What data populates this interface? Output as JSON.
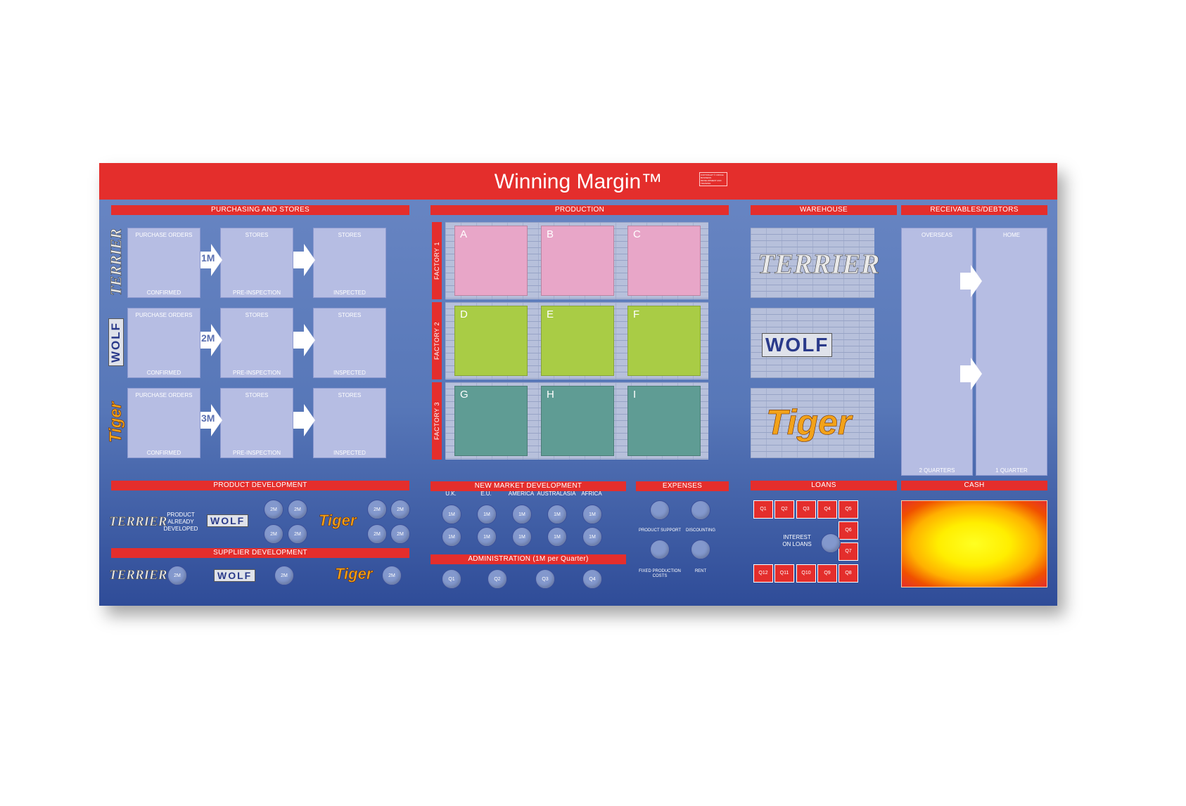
{
  "title": "Winning Margin™",
  "copyright": "COPYRIGHT © CIRCLE BUSINESS DEVELOPMENT AND TRAINING CONSULTANCY 2011",
  "sections": {
    "purchasing": "PURCHASING AND STORES",
    "production": "PRODUCTION",
    "warehouse": "WAREHOUSE",
    "receivables": "RECEIVABLES/DEBTORS",
    "product_dev": "PRODUCT DEVELOPMENT",
    "supplier_dev": "SUPPLIER DEVELOPMENT",
    "new_market": "NEW MARKET DEVELOPMENT",
    "expenses": "EXPENSES",
    "administration": "ADMINISTRATION   (1M per Quarter)",
    "loans": "LOANS",
    "cash": "CASH"
  },
  "brands": [
    "TERRIER",
    "WOLF",
    "Tiger"
  ],
  "purchasing_rows": [
    {
      "arrow": "1M",
      "cards": [
        {
          "top": "PURCHASE ORDERS",
          "bottom": "CONFIRMED"
        },
        {
          "top": "STORES",
          "bottom": "PRE-INSPECTION"
        },
        {
          "top": "STORES",
          "bottom": "INSPECTED"
        }
      ]
    },
    {
      "arrow": "2M",
      "cards": [
        {
          "top": "PURCHASE ORDERS",
          "bottom": "CONFIRMED"
        },
        {
          "top": "STORES",
          "bottom": "PRE-INSPECTION"
        },
        {
          "top": "STORES",
          "bottom": "INSPECTED"
        }
      ]
    },
    {
      "arrow": "3M",
      "cards": [
        {
          "top": "PURCHASE ORDERS",
          "bottom": "CONFIRMED"
        },
        {
          "top": "STORES",
          "bottom": "PRE-INSPECTION"
        },
        {
          "top": "STORES",
          "bottom": "INSPECTED"
        }
      ]
    }
  ],
  "factories": [
    {
      "label": "FACTORY 1",
      "color": "#e8a6c8",
      "tiles": [
        "A",
        "B",
        "C"
      ]
    },
    {
      "label": "FACTORY 2",
      "color": "#a9cc45",
      "tiles": [
        "D",
        "E",
        "F"
      ]
    },
    {
      "label": "FACTORY 3",
      "color": "#5f9c94",
      "tiles": [
        "G",
        "H",
        "I"
      ]
    }
  ],
  "receivables": {
    "overseas": "OVERSEAS",
    "overseas_bottom": "2 QUARTERS",
    "home": "HOME",
    "home_bottom": "1 QUARTER"
  },
  "product_dev": {
    "already": "PRODUCT ALREADY DEVELOPED",
    "coin": "2M"
  },
  "supplier_dev": {
    "coin": "2M"
  },
  "markets": [
    "U.K.",
    "E.U.",
    "AMERICA",
    "AUSTRALASIA",
    "AFRICA"
  ],
  "market_coin": "1M",
  "admin_quarters": [
    "Q1",
    "Q2",
    "Q3",
    "Q4"
  ],
  "expenses": [
    "PRODUCT SUPPORT",
    "DISCOUNTING",
    "FIXED PRODUCTION COSTS",
    "RENT"
  ],
  "loans": {
    "top": [
      "Q1",
      "Q2",
      "Q3",
      "Q4",
      "Q5"
    ],
    "right": [
      "Q6",
      "Q7"
    ],
    "bottom": [
      "Q12",
      "Q11",
      "Q10",
      "Q9",
      "Q8"
    ],
    "interest": "INTEREST ON LOANS"
  },
  "colors": {
    "red": "#e42e2c",
    "board_top": "#6a87c4",
    "board_bottom": "#2f4c98",
    "card": "#b6bde3"
  }
}
